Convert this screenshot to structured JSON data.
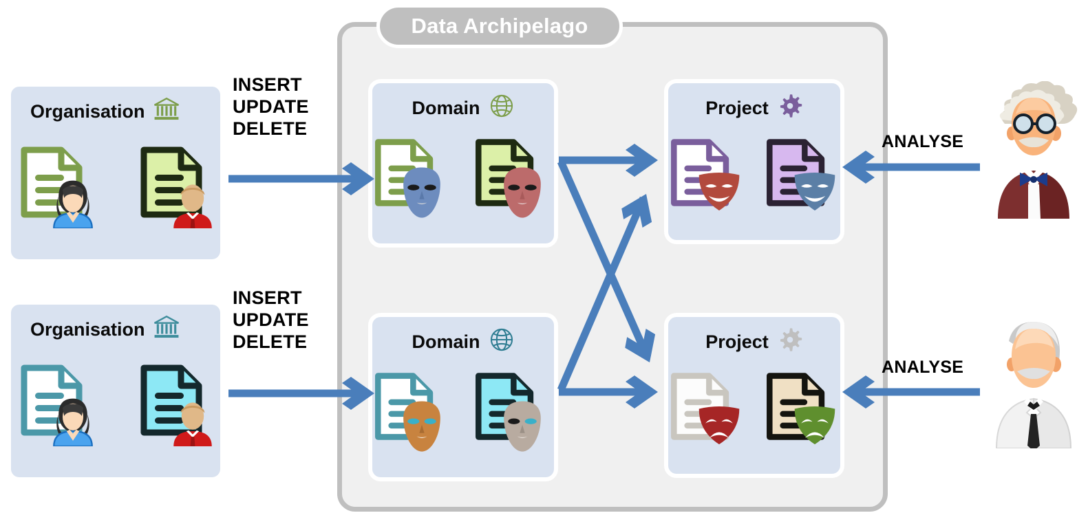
{
  "diagram": {
    "title": "Data Archipelago",
    "container_label": "Data Archipelago",
    "colors": {
      "arrow_blue": "#4a7ebb",
      "card_fill": "#d9e2f0",
      "container_fill": "#f0f0f0",
      "container_border": "#bfbfbf",
      "pill_fill": "#bfbfbf",
      "green_accent": "#7d9e4b",
      "teal_accent": "#3e8d9c",
      "purple_accent": "#7a5e9c",
      "grey_accent": "#b3b3b3"
    }
  },
  "organisations": [
    {
      "label": "Organisation",
      "icon": "bank-icon",
      "icon_color": "#7d9e4b",
      "doc_color": "#7d9e4b",
      "doc_dark_color": "#1e2a12",
      "doc_dark_fill": "#dcf0a8",
      "people": [
        "woman-user-icon",
        "man-user-icon"
      ]
    },
    {
      "label": "Organisation",
      "icon": "bank-icon",
      "icon_color": "#3e8d9c",
      "doc_color": "#4b98a8",
      "doc_dark_color": "#14282c",
      "doc_dark_fill": "#8de8f5",
      "people": [
        "woman-user-icon",
        "man-user-icon"
      ]
    }
  ],
  "domains": [
    {
      "label": "Domain",
      "icon": "globe-icon",
      "icon_color": "#7d9e4b",
      "doc_color": "#7d9e4b",
      "doc_dark_color": "#1e2a12",
      "doc_dark_fill": "#dcf0a8",
      "masks": [
        "blue-mask-icon",
        "red-mask-icon"
      ],
      "mask_colors": [
        "#6d8cbe",
        "#bc6b6b"
      ]
    },
    {
      "label": "Domain",
      "icon": "globe-icon",
      "icon_color": "#2f7d92",
      "doc_color": "#4b98a8",
      "doc_dark_color": "#14282c",
      "doc_dark_fill": "#8de8f5",
      "masks": [
        "orange-mask-icon",
        "grey-mask-icon"
      ],
      "mask_colors": [
        "#c8833f",
        "#b8aba0"
      ]
    }
  ],
  "projects": [
    {
      "label": "Project",
      "icon": "gear-icon",
      "icon_color": "#7a5e9c",
      "doc_color": "#7a5e9c",
      "doc_dark_color": "#2b2233",
      "doc_dark_fill": "#d7b8ef",
      "masks": [
        "comedy-mask-red-icon",
        "comedy-mask-blue-icon"
      ],
      "mask_colors": [
        "#b24a3d",
        "#5b7fa6"
      ]
    },
    {
      "label": "Project",
      "icon": "gear-icon",
      "icon_color": "#bfbfbf",
      "doc_color": "#c9c6bf",
      "doc_dark_color": "#14140f",
      "doc_dark_fill": "#f0e0c4",
      "masks": [
        "tragedy-mask-red-icon",
        "tragedy-mask-green-icon"
      ],
      "mask_colors": [
        "#a62626",
        "#5f8f2e"
      ]
    }
  ],
  "operations": {
    "lines": [
      "INSERT",
      "UPDATE",
      "DELETE"
    ],
    "text": "INSERT\nUPDATE\nDELETE"
  },
  "analyse": {
    "label": "ANALYSE"
  },
  "actors": [
    {
      "name": "einstein-scientist-icon",
      "description": "elderly scientist with glasses, bow tie, maroon jacket"
    },
    {
      "name": "doctor-scientist-icon",
      "description": "elderly doctor in white lab coat with black tie"
    }
  ],
  "flows": [
    {
      "from": "organisation-1",
      "to": "domain-1",
      "label": "INSERT UPDATE DELETE"
    },
    {
      "from": "organisation-2",
      "to": "domain-2",
      "label": "INSERT UPDATE DELETE"
    },
    {
      "from": "domain-1",
      "to": "project-1",
      "label": ""
    },
    {
      "from": "domain-1",
      "to": "project-2",
      "label": ""
    },
    {
      "from": "domain-2",
      "to": "project-1",
      "label": ""
    },
    {
      "from": "domain-2",
      "to": "project-2",
      "label": ""
    },
    {
      "from": "analyst-1",
      "to": "project-1",
      "label": "ANALYSE"
    },
    {
      "from": "analyst-2",
      "to": "project-2",
      "label": "ANALYSE"
    }
  ]
}
